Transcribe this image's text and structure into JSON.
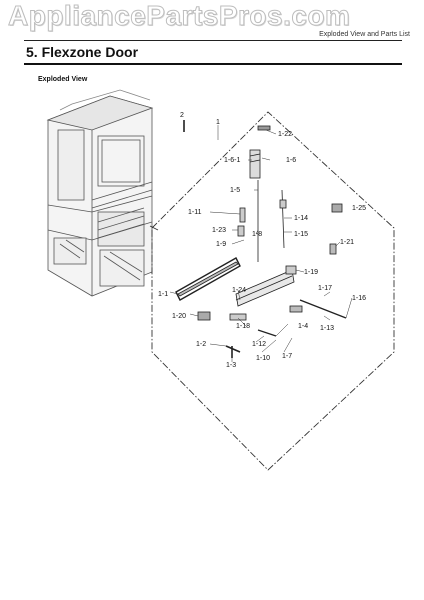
{
  "watermark": "AppliancePartsPros.com",
  "header_tag": "Exploded View and Parts List",
  "title": "5.  Flexzone Door",
  "subtitle": "Exploded View",
  "part_labels": [
    {
      "id": "2",
      "text": "2"
    },
    {
      "id": "1",
      "text": "1"
    },
    {
      "id": "1-22",
      "text": "1-22"
    },
    {
      "id": "1-6-1",
      "text": "1-6-1"
    },
    {
      "id": "1-6",
      "text": "1-6"
    },
    {
      "id": "1-5",
      "text": "1-5"
    },
    {
      "id": "1-25",
      "text": "1-25"
    },
    {
      "id": "1-11",
      "text": "1-11"
    },
    {
      "id": "1-14",
      "text": "1-14"
    },
    {
      "id": "1-23",
      "text": "1-23"
    },
    {
      "id": "1-8",
      "text": "1-8"
    },
    {
      "id": "1-15",
      "text": "1-15"
    },
    {
      "id": "1-9",
      "text": "1-9"
    },
    {
      "id": "1-21",
      "text": "1-21"
    },
    {
      "id": "1-19",
      "text": "1-19"
    },
    {
      "id": "1-17",
      "text": "1-17"
    },
    {
      "id": "1-1",
      "text": "1-1"
    },
    {
      "id": "1-24",
      "text": "1-24"
    },
    {
      "id": "1-16",
      "text": "1-16"
    },
    {
      "id": "1-20",
      "text": "1-20"
    },
    {
      "id": "1-4",
      "text": "1-4"
    },
    {
      "id": "1-13",
      "text": "1-13"
    },
    {
      "id": "1-18",
      "text": "1-18"
    },
    {
      "id": "1-2",
      "text": "1-2"
    },
    {
      "id": "1-12",
      "text": "1-12"
    },
    {
      "id": "1-10",
      "text": "1-10"
    },
    {
      "id": "1-7",
      "text": "1-7"
    },
    {
      "id": "1-3",
      "text": "1-3"
    }
  ]
}
